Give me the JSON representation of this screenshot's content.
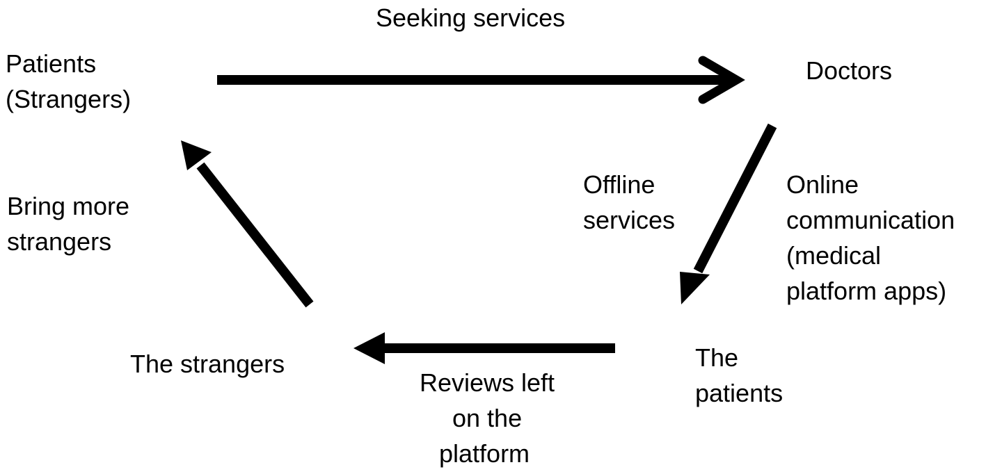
{
  "nodes": {
    "patients_strangers": [
      "Patients",
      "(Strangers)"
    ],
    "doctors": [
      "Doctors"
    ],
    "the_patients": [
      "The",
      "patients"
    ],
    "the_strangers": [
      "The strangers"
    ]
  },
  "edges": {
    "seeking_services": [
      "Seeking services"
    ],
    "offline_services": [
      "Offline",
      "services"
    ],
    "online_communication": [
      "Online",
      "communication",
      "(medical",
      "platform apps)"
    ],
    "reviews_left": [
      "Reviews left",
      "on the",
      "platform"
    ],
    "bring_more_strangers": [
      "Bring more",
      "strangers"
    ]
  },
  "colors": {
    "arrow": "#000000",
    "text": "#000000",
    "background": "#ffffff"
  }
}
